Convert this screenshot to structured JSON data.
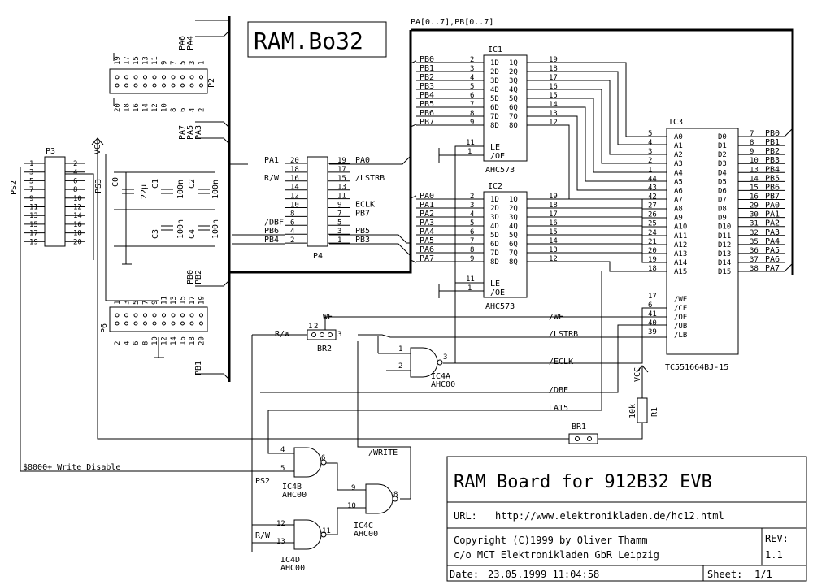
{
  "board_label": "RAM.Bo32",
  "bus_label": "PA[0..7],PB[0..7]",
  "ic1": {
    "ref": "IC1",
    "part": "AHC573",
    "in_nets": [
      "PB0",
      "PB1",
      "PB2",
      "PB3",
      "PB4",
      "PB5",
      "PB6",
      "PB7"
    ],
    "in_pins": [
      "2",
      "3",
      "4",
      "5",
      "6",
      "7",
      "8",
      "9"
    ],
    "in_names": [
      "1D",
      "2D",
      "3D",
      "4D",
      "5D",
      "6D",
      "7D",
      "8D"
    ],
    "out_names": [
      "1Q",
      "2Q",
      "3Q",
      "4Q",
      "5Q",
      "6Q",
      "7Q",
      "8Q"
    ],
    "out_pins": [
      "19",
      "18",
      "17",
      "16",
      "15",
      "14",
      "13",
      "12"
    ],
    "le": "LE",
    "oe": "/OE",
    "le_pin": "11",
    "oe_pin": "1"
  },
  "ic2": {
    "ref": "IC2",
    "part": "AHC573",
    "in_nets": [
      "PA0",
      "PA1",
      "PA2",
      "PA3",
      "PA4",
      "PA5",
      "PA6",
      "PA7"
    ],
    "in_pins": [
      "2",
      "3",
      "4",
      "5",
      "6",
      "7",
      "8",
      "9"
    ],
    "in_names": [
      "1D",
      "2D",
      "3D",
      "4D",
      "5D",
      "6D",
      "7D",
      "8D"
    ],
    "out_names": [
      "1Q",
      "2Q",
      "3Q",
      "4Q",
      "5Q",
      "6Q",
      "7Q",
      "8Q"
    ],
    "out_pins": [
      "19",
      "18",
      "17",
      "16",
      "15",
      "14",
      "13",
      "12"
    ],
    "le": "LE",
    "oe": "/OE",
    "le_pin": "11",
    "oe_pin": "1"
  },
  "ic3": {
    "ref": "IC3",
    "part": "TC551664BJ-15",
    "addr_pins": [
      "5",
      "4",
      "3",
      "2",
      "1",
      "44",
      "43",
      "42",
      "27",
      "26",
      "25",
      "24",
      "21",
      "20",
      "19",
      "18"
    ],
    "addr_names": [
      "A0",
      "A1",
      "A2",
      "A3",
      "A4",
      "A5",
      "A6",
      "A7",
      "A8",
      "A9",
      "A10",
      "A11",
      "A12",
      "A13",
      "A14",
      "A15"
    ],
    "data_names": [
      "D0",
      "D1",
      "D2",
      "D3",
      "D4",
      "D5",
      "D6",
      "D7",
      "D8",
      "D9",
      "D10",
      "D11",
      "D12",
      "D13",
      "D14",
      "D15"
    ],
    "data_pins": [
      "7",
      "8",
      "9",
      "10",
      "13",
      "14",
      "15",
      "16",
      "29",
      "30",
      "31",
      "32",
      "35",
      "36",
      "37",
      "38"
    ],
    "data_nets": [
      "PB0",
      "PB1",
      "PB2",
      "PB3",
      "PB4",
      "PB5",
      "PB6",
      "PB7",
      "PA0",
      "PA1",
      "PA2",
      "PA3",
      "PA4",
      "PA5",
      "PA6",
      "PA7"
    ],
    "ctrl_pins": [
      "17",
      "6",
      "41",
      "40",
      "39"
    ],
    "ctrl_names": [
      "/WE",
      "/CE",
      "/OE",
      "/UB",
      "/LB"
    ]
  },
  "p2": {
    "ref": "P2",
    "top_pins": [
      "19",
      "17",
      "15",
      "13",
      "11",
      "9",
      "7",
      "5",
      "3",
      "1"
    ],
    "bot_pins": [
      "20",
      "18",
      "16",
      "14",
      "12",
      "10",
      "8",
      "6",
      "4",
      "2"
    ],
    "top_nets": [
      "PA6",
      "PA4"
    ],
    "bot_nets": [
      "PA7",
      "PA5",
      "PA3"
    ]
  },
  "p3": {
    "ref": "P3",
    "left_pins": [
      "1",
      "3",
      "5",
      "7",
      "9",
      "11",
      "13",
      "15",
      "17",
      "19"
    ],
    "right_pins": [
      "2",
      "4",
      "6",
      "8",
      "10",
      "12",
      "14",
      "16",
      "18",
      "20"
    ]
  },
  "p4": {
    "ref": "P4",
    "left_pins": [
      "20",
      "18",
      "16",
      "14",
      "12",
      "10",
      "8",
      "6",
      "4",
      "2"
    ],
    "right_pins": [
      "19",
      "17",
      "15",
      "13",
      "11",
      "9",
      "7",
      "5",
      "3",
      "1"
    ],
    "left_nets": [
      "PA1",
      "",
      "R/W",
      "",
      "",
      "",
      "",
      "/DBF",
      "PB6",
      "PB4"
    ],
    "right_nets": [
      "PA0",
      "",
      "/LSTRB",
      "",
      "",
      "ECLK",
      "PB7",
      "",
      "PB5",
      "PB3"
    ]
  },
  "p6": {
    "ref": "P6",
    "top_pins": [
      "1",
      "3",
      "5",
      "7",
      "9",
      "11",
      "13",
      "15",
      "17",
      "19"
    ],
    "bot_pins": [
      "2",
      "4",
      "6",
      "8",
      "10",
      "12",
      "14",
      "16",
      "18",
      "20"
    ],
    "top_nets": [
      "PB0",
      "PB2"
    ],
    "bot_nets": [
      "PB1"
    ]
  },
  "caps": [
    {
      "ref": "C0",
      "value": "22µ"
    },
    {
      "ref": "C1",
      "value": "100n"
    },
    {
      "ref": "C2",
      "value": "100n"
    },
    {
      "ref": "C3",
      "value": "100n"
    },
    {
      "ref": "C4",
      "value": "100n"
    }
  ],
  "supply": {
    "vcc": "VCC"
  },
  "nets": {
    "ps2": "PS2",
    "ps3": "PS3",
    "wf": "WF",
    "slash_wf": "/WF",
    "lstrb": "/LSTRB",
    "eclk": "/ECLK",
    "dbe": "/DBE",
    "la15": "LA15",
    "write": "/WRITE",
    "rw": "R/W",
    "rw2": "R/W",
    "write_disable": "$8000+ Write Disable"
  },
  "br1": {
    "ref": "BR1"
  },
  "br2": {
    "ref": "BR2",
    "pins": [
      "1",
      "2",
      "3"
    ]
  },
  "r1": {
    "ref": "R1",
    "value": "10k"
  },
  "gates": [
    {
      "ref": "IC4A",
      "part": "AHC00",
      "in": [
        "1",
        "2"
      ],
      "out": "3"
    },
    {
      "ref": "IC4B",
      "part": "AHC00",
      "in": [
        "4",
        "5"
      ],
      "out": "6"
    },
    {
      "ref": "IC4C",
      "part": "AHC00",
      "in": [
        "9",
        "10"
      ],
      "out": "8"
    },
    {
      "ref": "IC4D",
      "part": "AHC00",
      "in": [
        "12",
        "13"
      ],
      "out": "11"
    }
  ],
  "title_block": {
    "title": "RAM Board for 912B32 EVB",
    "url_label": "URL:",
    "url": "http://www.elektronikladen.de/hc12.html",
    "copyright": "Copyright (C)1999 by Oliver Thamm",
    "company": "c/o MCT Elektronikladen GbR Leipzig",
    "rev_label": "REV:",
    "rev": "1.1",
    "date_label": "Date:",
    "date": "23.05.1999 11:04:58",
    "sheet_label": "Sheet:",
    "sheet": "1/1"
  }
}
